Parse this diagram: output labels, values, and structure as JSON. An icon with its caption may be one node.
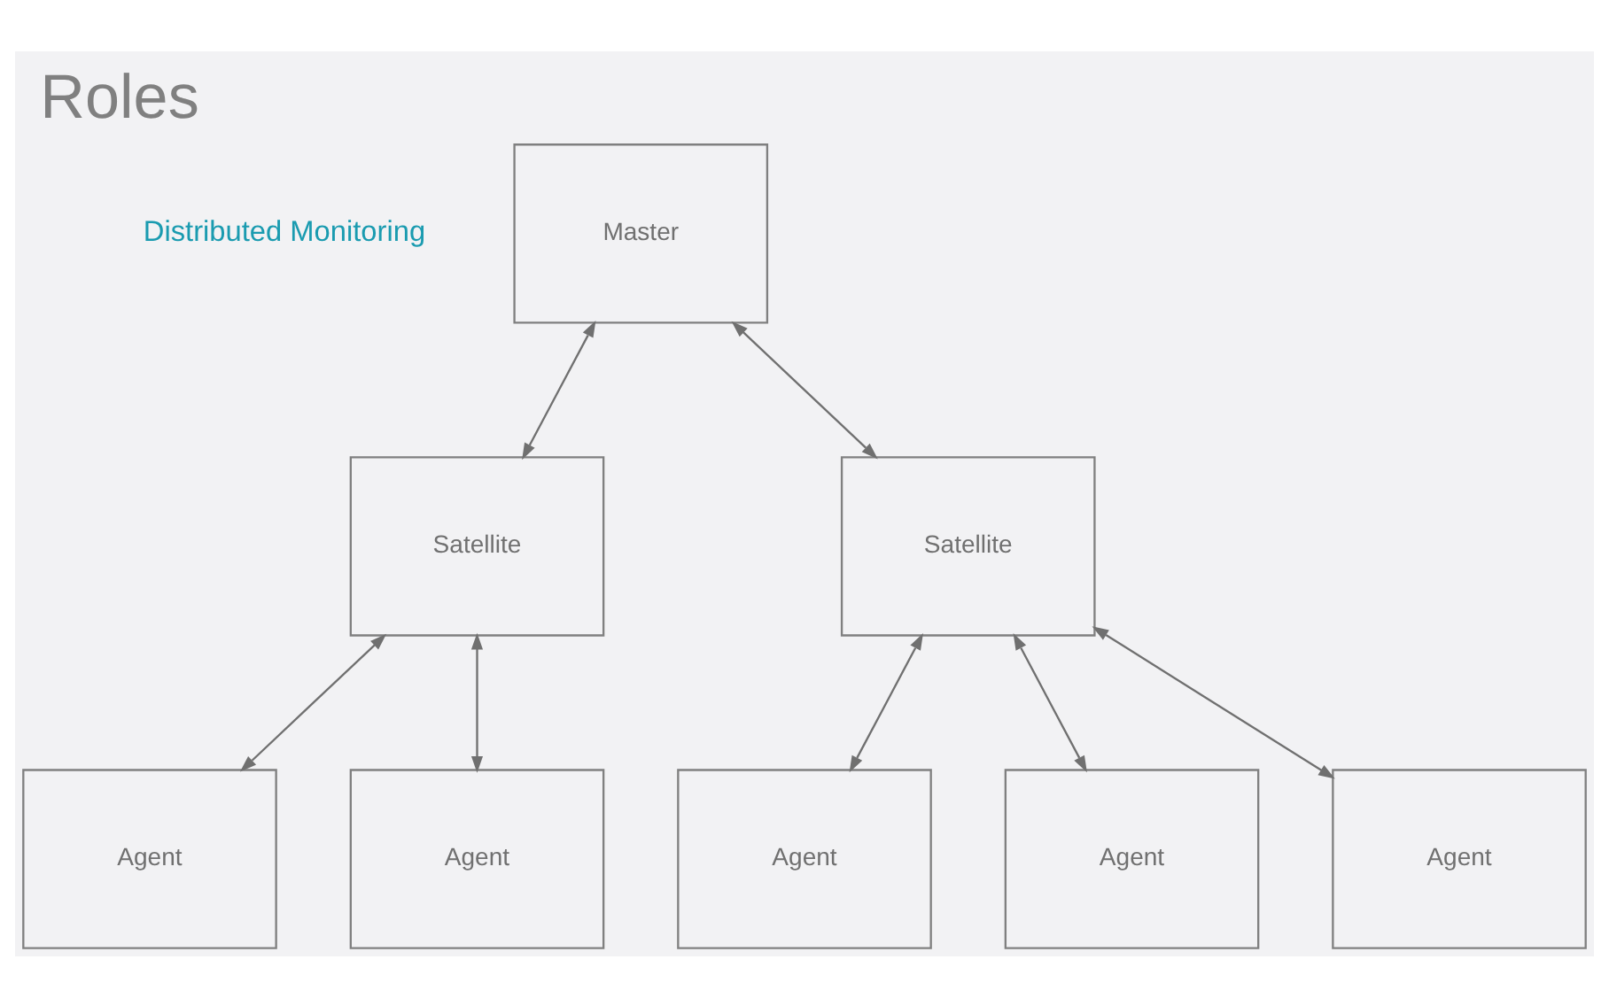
{
  "diagram": {
    "title": "Roles",
    "nodes": [
      {
        "text": [
          "Master"
        ]
      },
      {
        "text": [
          "Satellite"
        ]
      },
      {
        "text": [
          "Satellite"
        ]
      },
      {
        "text": [
          "Agent"
        ]
      },
      {
        "text": [
          "Agent"
        ]
      },
      {
        "text": [
          "Agent"
        ]
      },
      {
        "text": [
          "Agent"
        ]
      },
      {
        "text": [
          "Agent"
        ]
      }
    ],
    "edges": [
      {
        "from": 0,
        "to": 1,
        "arrow": "both"
      },
      {
        "from": 0,
        "to": 2,
        "arrow": "both"
      },
      {
        "from": 1,
        "to": 3,
        "arrow": "both"
      },
      {
        "from": 1,
        "to": 4,
        "arrow": "both"
      },
      {
        "from": 2,
        "to": 5,
        "arrow": "both"
      },
      {
        "from": 2,
        "to": 6,
        "arrow": "both"
      },
      {
        "from": 2,
        "to": 7,
        "arrow": "both"
      }
    ],
    "labels": [
      "Distributed Monitoring"
    ]
  }
}
